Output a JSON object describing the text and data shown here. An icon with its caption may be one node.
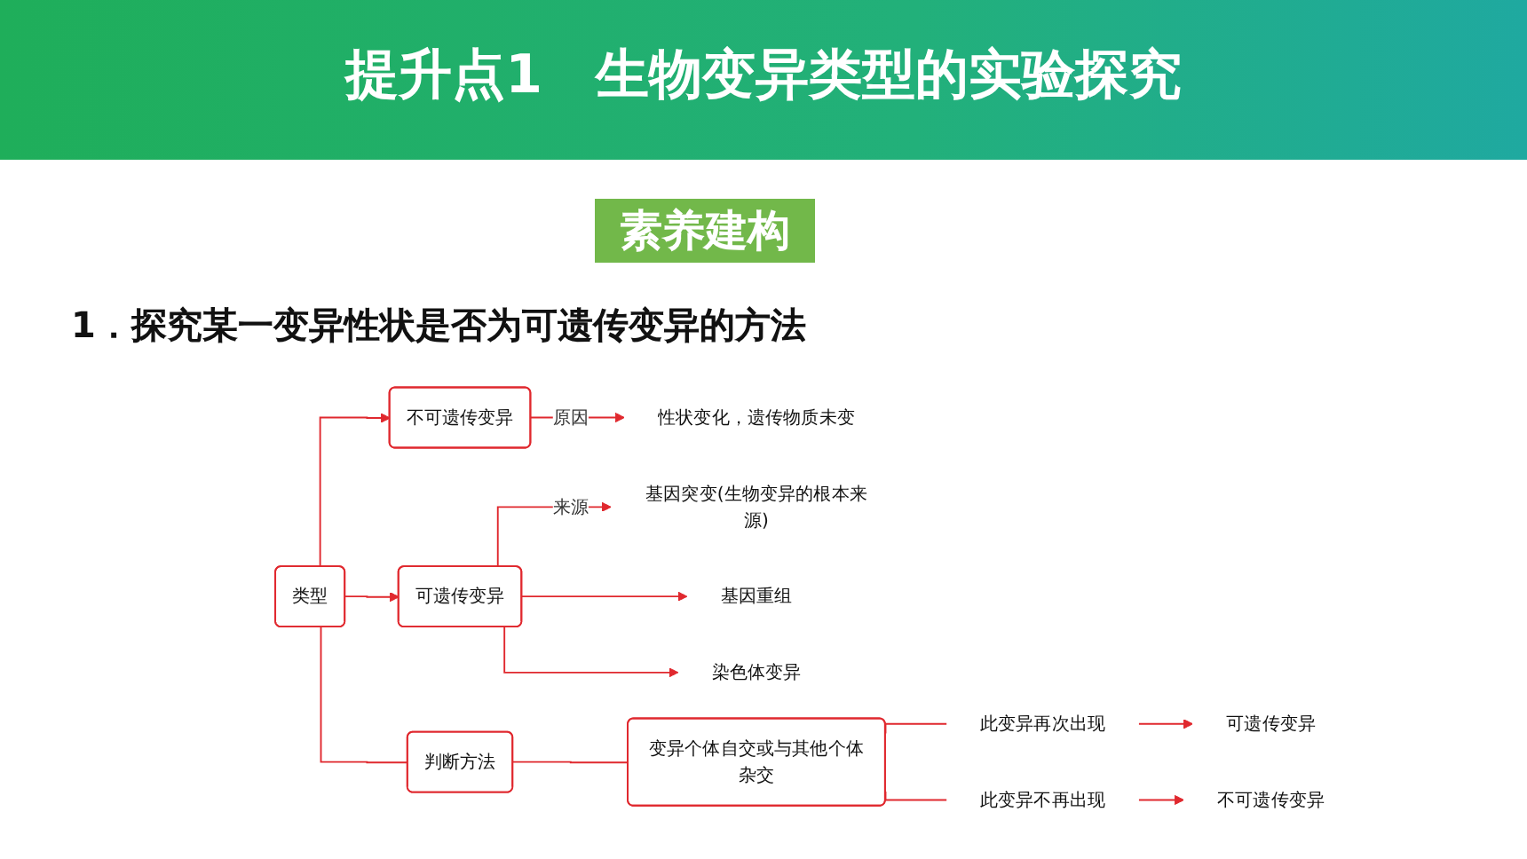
{
  "diagram": {
    "title": "提升点1　生物变异类型的实验探究",
    "nodes": [
      {
        "text": [
          "类型"
        ]
      },
      {
        "text": [
          "不可遗传变异"
        ]
      },
      {
        "text": [
          "性状变化，遗传物质未变"
        ]
      },
      {
        "text": [
          "可遗传变异"
        ]
      },
      {
        "text": [
          "基因突变(生物变异的根本来源)"
        ]
      },
      {
        "text": [
          "基因重组"
        ]
      },
      {
        "text": [
          "染色体变异"
        ]
      },
      {
        "text": [
          "判断方法"
        ]
      },
      {
        "text": [
          "变异个体自交或与其他个体杂交"
        ]
      },
      {
        "text": [
          "此变异再次出现"
        ]
      },
      {
        "text": [
          "可遗传变异"
        ]
      },
      {
        "text": [
          "此变异不再出现"
        ]
      },
      {
        "text": [
          "不可遗传变异"
        ]
      }
    ],
    "edges": [
      {
        "from": 0,
        "to": 1,
        "arrow": "to"
      },
      {
        "from": 0,
        "to": 3,
        "arrow": "to"
      },
      {
        "from": 1,
        "to": 2,
        "arrow": "to",
        "label": "原因"
      },
      {
        "from": 3,
        "to": 4,
        "arrow": "to",
        "label": "来源"
      },
      {
        "from": 3,
        "to": 5,
        "arrow": "to"
      },
      {
        "from": 3,
        "to": 6,
        "arrow": "to"
      },
      {
        "from": 0,
        "to": 7,
        "arrow": "none"
      },
      {
        "from": 7,
        "to": 8,
        "arrow": "none"
      },
      {
        "from": 8,
        "to": 9,
        "arrow": "none"
      },
      {
        "from": 8,
        "to": 11,
        "arrow": "none"
      },
      {
        "from": 9,
        "to": 10,
        "arrow": "to"
      },
      {
        "from": 11,
        "to": 12,
        "arrow": "to"
      }
    ],
    "labels": [
      "素养建构",
      "1．探究某一变异性状是否为可遗传变异的方法"
    ]
  }
}
